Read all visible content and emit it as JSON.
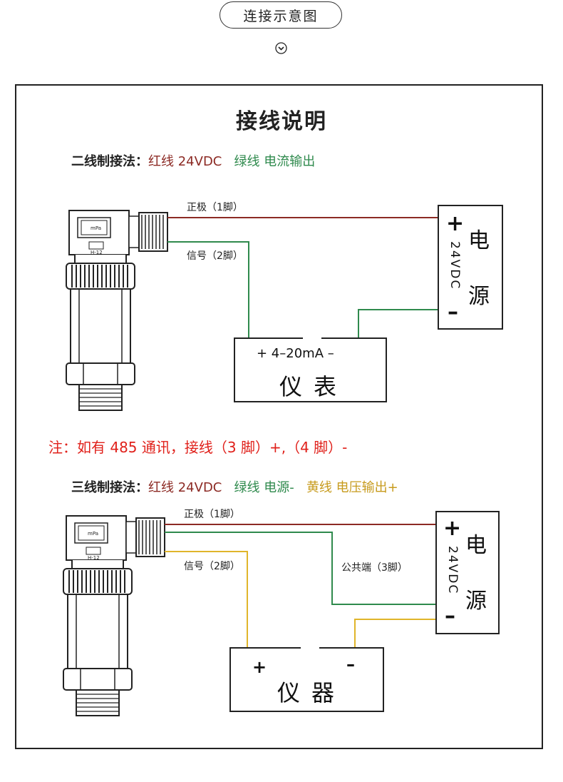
{
  "header": {
    "title": "连接示意图"
  },
  "diagram": {
    "title": "接线说明",
    "two_wire": {
      "label": "二线制接法：",
      "red_text": "红线 24VDC",
      "green_text": "绿线 电流输出",
      "pin1": "正极（1脚）",
      "pin2": "信号（2脚）",
      "psu_plus": "+",
      "psu_minus": "–",
      "psu_char1": "电",
      "psu_char2": "源",
      "psu_volt": "24VDC",
      "meter_top": "+ 4–20mA –",
      "meter_name": "仪表"
    },
    "note": "注：如有 485 通讯，接线（3 脚）+,（4 脚）-",
    "three_wire": {
      "label": "三线制接法：",
      "red_text": "红线 24VDC",
      "green_text": "绿线 电源-",
      "yellow_text": "黄线 电压输出+",
      "pin1": "正极（1脚）",
      "pin2": "信号（2脚）",
      "pin3": "公共端（3脚）",
      "psu_plus": "+",
      "psu_minus": "–",
      "psu_char1": "电",
      "psu_char2": "源",
      "psu_volt": "24VDC",
      "meter_plus": "+",
      "meter_minus": "–",
      "meter_name": "仪器"
    },
    "sensor_label": "mPa",
    "sensor_tag": "H-12",
    "colors": {
      "red_wire": "#8c2a24",
      "green_wire": "#2f8a4d",
      "yellow_wire": "#e0b52a",
      "note": "#e0201a"
    }
  }
}
